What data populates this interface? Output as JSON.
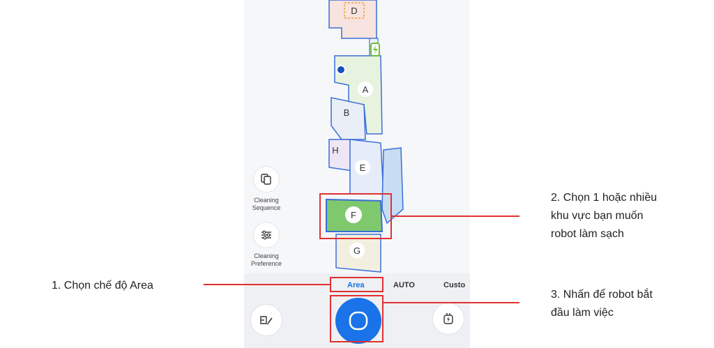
{
  "map": {
    "rooms": [
      "D",
      "A",
      "B",
      "H",
      "E",
      "F",
      "G"
    ]
  },
  "side_buttons": [
    {
      "label": "Cleaning Sequence",
      "icon": "cleaning-sequence-icon"
    },
    {
      "label": "Cleaning Preference",
      "icon": "cleaning-preference-icon"
    }
  ],
  "modes": [
    {
      "label": "Area",
      "selected": true
    },
    {
      "label": "AUTO",
      "selected": false
    },
    {
      "label": "Custo",
      "selected": false
    }
  ],
  "bottom": {
    "left_icon": "edit-map-icon",
    "start_icon": "start-cleaning-icon",
    "right_icon": "return-to-dock-icon"
  },
  "annotations": {
    "step1": "1. Chọn chế độ Area",
    "step2_line1": "2. Chọn 1 hoặc nhiều",
    "step2_line2": "khu vực bạn muốn",
    "step2_line3": "robot làm sạch",
    "step3_line1": "3. Nhấn để robot bắt",
    "step3_line2": "đầu làm việc"
  },
  "colors": {
    "accent": "#1a73e8",
    "highlight": "#e03030",
    "selected_room": "#7fc86e"
  }
}
